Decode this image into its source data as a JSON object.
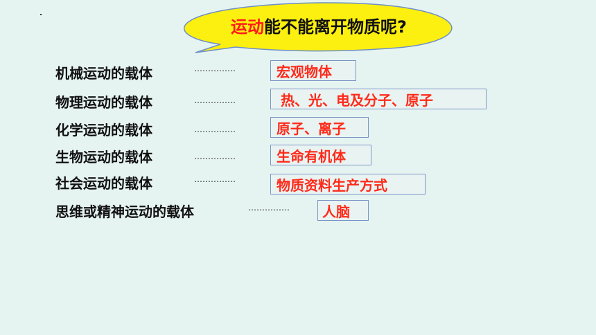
{
  "question": {
    "highlight": "运动",
    "rest": "能不能离开物质呢?"
  },
  "rows": [
    {
      "label": "机械运动的载体",
      "dots": "……………",
      "answer": "宏观物体"
    },
    {
      "label": "物理运动的载体",
      "dots": "……………",
      "answer": "热、光、电及分子、原子"
    },
    {
      "label": "化学运动的载体",
      "dots": "……………",
      "answer": "原子、离子"
    },
    {
      "label": "生物运动的载体",
      "dots": "……………",
      "answer": "生命有机体"
    },
    {
      "label": "社会运动的载体",
      "dots": "……………",
      "answer": "物质资料生产方式"
    },
    {
      "label": "思维或精神运动的载体",
      "dots": "……………",
      "answer": "人脑"
    }
  ]
}
